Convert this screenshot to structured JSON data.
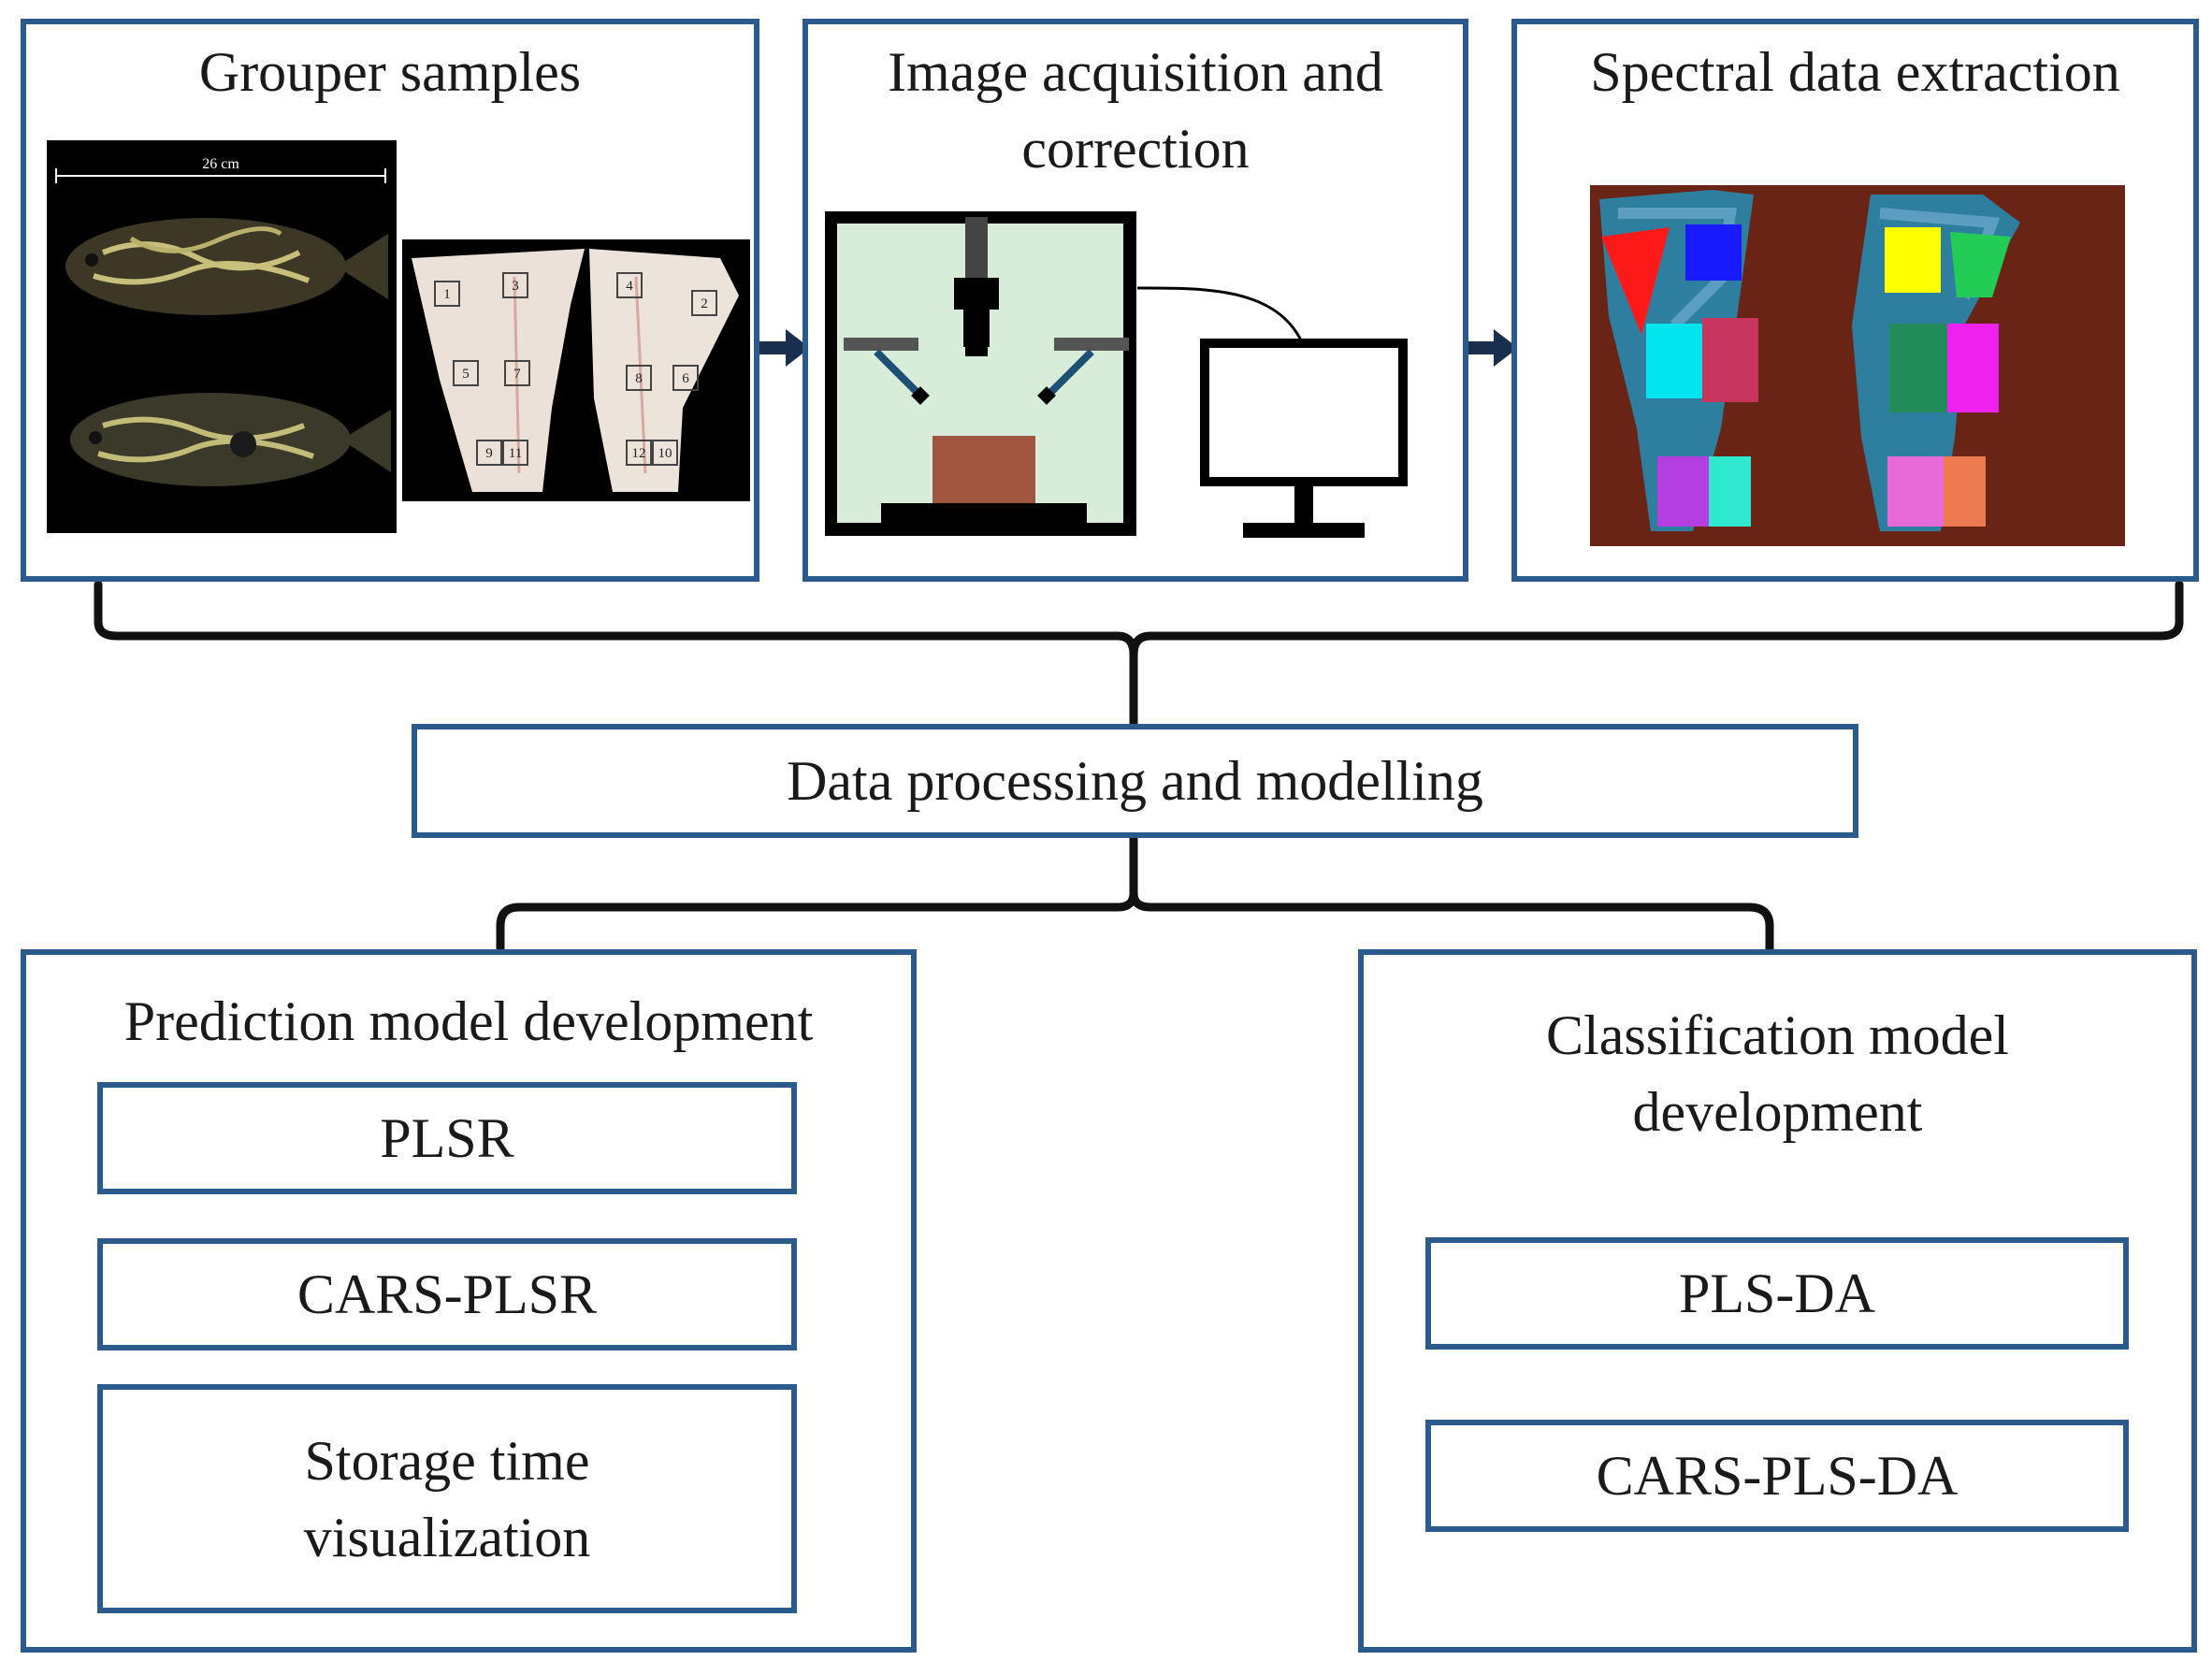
{
  "figure": {
    "top_stages": [
      {
        "id": "grouper",
        "title": "Grouper samples"
      },
      {
        "id": "acquisition",
        "title": "Image acquisition and correction"
      },
      {
        "id": "extraction",
        "title": "Spectral data extraction"
      }
    ],
    "fish_length_label": "26 cm",
    "fillet_region_numbers": [
      "1",
      "3",
      "4",
      "2",
      "5",
      "7",
      "8",
      "6",
      "9",
      "11",
      "12",
      "10"
    ],
    "center": {
      "title": "Data processing and modelling"
    },
    "prediction": {
      "title": "Prediction model development",
      "methods": [
        "PLSR",
        "CARS-PLSR",
        "Storage time visualization"
      ]
    },
    "classification": {
      "title": "Classification model development",
      "methods": [
        "PLS-DA",
        "CARS-PLS-DA"
      ]
    },
    "colors": {
      "box_border": "#2b5a8c",
      "chamber_fill": "#d7ecd9",
      "sample_fill": "#a0553f",
      "roi_colors": [
        "#ff1a1a",
        "#1a1aff",
        "#ffff00",
        "#22cc55",
        "#00e5ee",
        "#c8365e",
        "#228b5a",
        "#ee22ee",
        "#b43ee0",
        "#2ee8d0",
        "#e66ad8",
        "#ee7a50"
      ]
    }
  }
}
